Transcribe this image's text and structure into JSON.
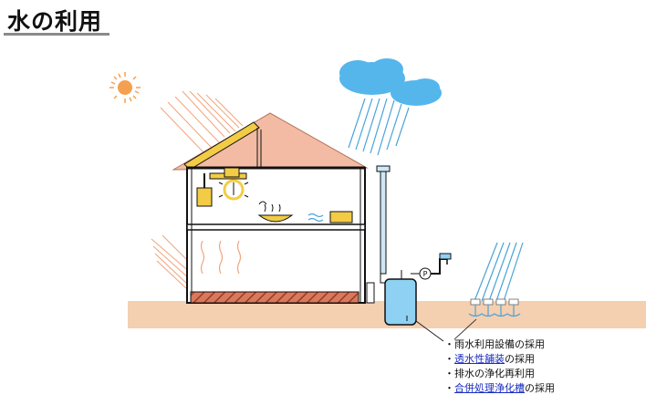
{
  "page": {
    "title": "水の利用"
  },
  "legend": [
    {
      "bullet": "・",
      "link": "",
      "text": "雨水利用設備の採用"
    },
    {
      "bullet": "・",
      "link": "透水性舗装",
      "text": "の採用"
    },
    {
      "bullet": "・",
      "link": "",
      "text": "排水の浄化再利用"
    },
    {
      "bullet": "・",
      "link": "合併処理浄化槽",
      "text": "の採用"
    }
  ],
  "icons": {
    "pump_mark": "P"
  },
  "colors": {
    "roof": "#f3bba3",
    "ground": "#f4cfb0",
    "cloud": "#55b6ec",
    "rain": "#4aa3d9",
    "tank": "#8ed1f2",
    "sun": "#f5a050",
    "fixture": "#f3cc45",
    "floor_hatch": "#b5563b",
    "pipe": "#cce8f7"
  }
}
